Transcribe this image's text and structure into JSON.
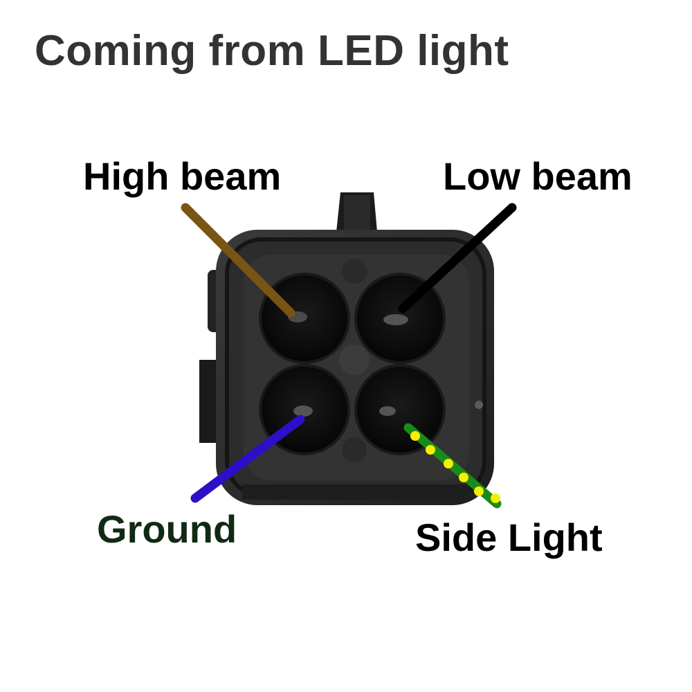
{
  "title": "Coming from LED light",
  "labels": {
    "high_beam": "High beam",
    "low_beam": "Low beam",
    "ground": "Ground",
    "side_light": "Side Light"
  },
  "colors": {
    "title": "#333333",
    "label": "#000000",
    "ground_label": "#102a14",
    "high_beam_wire": "#7a5412",
    "low_beam_wire": "#000000",
    "ground_wire": "#2b10c8",
    "side_light_wire": "#1a8a1a",
    "side_light_stripe": "#f4f000",
    "connector": "#262626"
  }
}
